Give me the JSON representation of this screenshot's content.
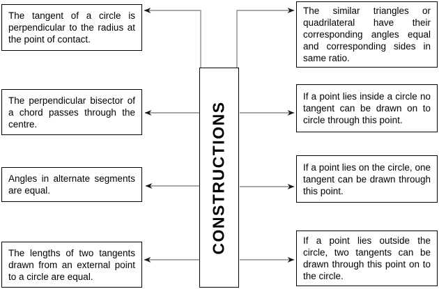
{
  "title": "CONSTRUCTIONS",
  "left_boxes": [
    "The tangent of a circle is perpendicular to the radius at the point of contact.",
    "The perpendicular bisector of a chord passes through the centre.",
    "Angles in alternate segments are equal.",
    "The lengths of two tangents drawn from an external point to a circle are equal."
  ],
  "right_boxes": [
    "The similar triangles or quadrilateral have their corresponding angles equal and corresponding sides in same ratio.",
    "If a point lies inside a circle no tangent can be drawn on to circle through this point.",
    "If a point lies on the circle, one tangent can be drawn through this point.",
    "If a point lies outside the circle, two tangents can be drawn through this point on to the circle."
  ],
  "colors": {
    "background": "#ffffff",
    "box_border": "#000000",
    "text": "#000000",
    "connector_line": "#8c8c8c",
    "arrowhead": "#1a1a1a"
  }
}
